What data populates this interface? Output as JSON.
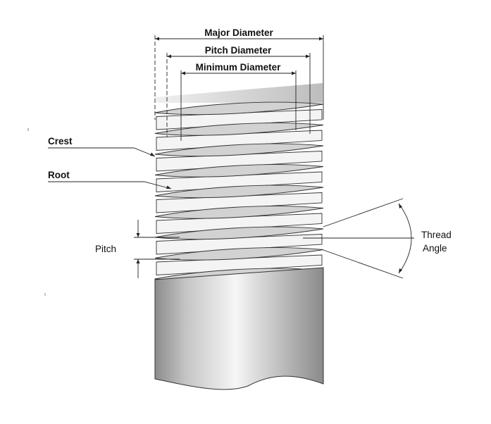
{
  "labels": {
    "major_diameter": "Major Diameter",
    "pitch_diameter": "Pitch Diameter",
    "minimum_diameter": "Minimum Diameter",
    "crest": "Crest",
    "root": "Root",
    "pitch": "Pitch",
    "thread_angle_line1": "Thread",
    "thread_angle_line2": "Angle"
  },
  "colors": {
    "line": "#222222",
    "thread_crest": "#d2d2d2",
    "thread_flank": "#f4f4f4"
  }
}
